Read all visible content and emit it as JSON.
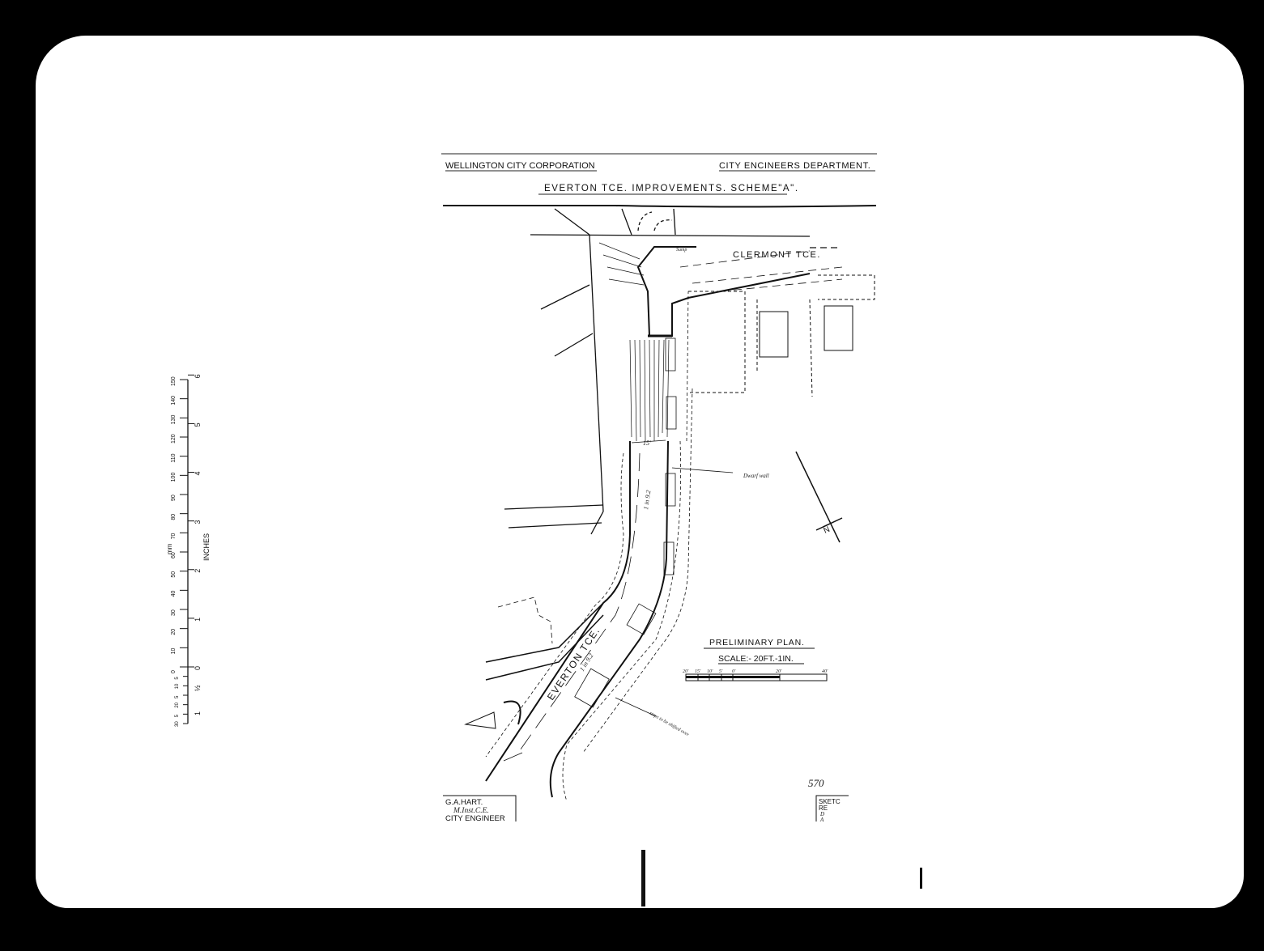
{
  "title_block": {
    "organization": "WELLINGTON CITY CORPORATION",
    "department": "CITY ENCINEERS DEPARTMENT.",
    "project_title": "EVERTON TCE. IMPROVEMENTS. SCHEME\"A\"."
  },
  "plan": {
    "street_labels": [
      "CLERMONT TCE.",
      "EVERTON TCE."
    ],
    "dimension_label": "15'",
    "gradient_labels": [
      "1 in 9.2",
      "1 in 9.2"
    ],
    "annotations": [
      "Dwarf wall",
      "steps to be shifted over",
      "Sump",
      "570"
    ],
    "north_arrow_label": "N",
    "plan_title": "PRELIMINARY PLAN.",
    "scale_text": "SCALE:- 20FT.-1IN.",
    "scale_bar_ticks": [
      "20'",
      "15'",
      "10'",
      "5'",
      "0'",
      "20'",
      "40'"
    ]
  },
  "signature_block": {
    "name": "G.A.HART.",
    "credentials": "M.Inst.C.E.",
    "role": "CITY ENGINEER"
  },
  "corner_block": {
    "lines": [
      "SKETC",
      "RE",
      "D",
      "A"
    ]
  },
  "ruler": {
    "mm_label": "mm",
    "inches_label": "INCHES",
    "mm_ticks": [
      "150",
      "140",
      "130",
      "120",
      "110",
      "100",
      "90",
      "80",
      "70",
      "60",
      "50",
      "40",
      "30",
      "20",
      "10",
      "0",
      "5",
      "10",
      "5",
      "20",
      "5",
      "30"
    ],
    "inch_ticks": [
      "6",
      "5",
      "4",
      "3",
      "2",
      "1",
      "0",
      "½",
      "1"
    ]
  },
  "colors": {
    "frame": "#000000",
    "paper": "#ffffff",
    "ink": "#111111"
  }
}
